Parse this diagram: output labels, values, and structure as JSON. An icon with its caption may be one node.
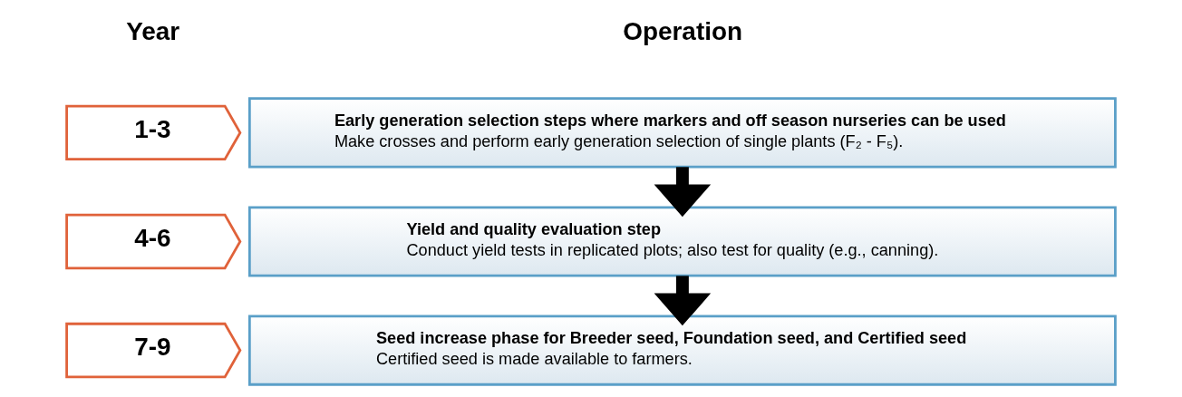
{
  "diagram": {
    "nodes": [
      {
        "text": [
          "1-3"
        ]
      },
      {
        "text": [
          "Early generation selection steps where markers and off season nurseries can be used",
          "Make crosses and perform early generation selection of single plants (F₂ - F₅)."
        ]
      },
      {
        "text": [
          "4-6"
        ]
      },
      {
        "text": [
          "Yield and quality evaluation step",
          "Conduct yield tests in replicated plots; also test for quality (e.g., canning)."
        ]
      },
      {
        "text": [
          "7-9"
        ]
      },
      {
        "text": [
          "Seed increase phase for Breeder seed, Foundation seed, and Certified seed",
          "Certified seed is made available to farmers."
        ]
      }
    ],
    "edges": [
      {
        "from": 1,
        "to": 3,
        "arrow": "to"
      },
      {
        "from": 3,
        "to": 5,
        "arrow": "to"
      }
    ],
    "labels": [
      "Year",
      "Operation"
    ]
  }
}
